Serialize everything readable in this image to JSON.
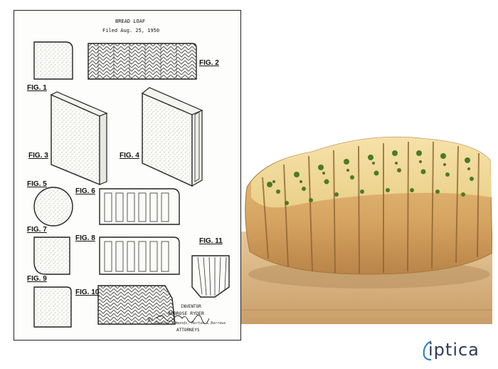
{
  "patent": {
    "title": "BREAD LOAF",
    "filed": "Filed Aug. 25, 1950",
    "figures": [
      "FIG. 1",
      "FIG. 2",
      "FIG. 3",
      "FIG. 4",
      "FIG. 5",
      "FIG. 6",
      "FIG. 7",
      "FIG. 8",
      "FIG. 9",
      "FIG. 10",
      "FIG. 11"
    ],
    "inventor_label": "INVENTOR",
    "inventor_name": "AMBROSE RYDER",
    "by": "BY",
    "signature": "Pennie, Edmonds, Morton & Barrows",
    "attorneys": "ATTORNEYS"
  },
  "photo": {
    "subject": "garlic herb pull-apart bread loaf on cutting board"
  },
  "logo": {
    "text": "iptica",
    "color": "#2d3b5a"
  }
}
